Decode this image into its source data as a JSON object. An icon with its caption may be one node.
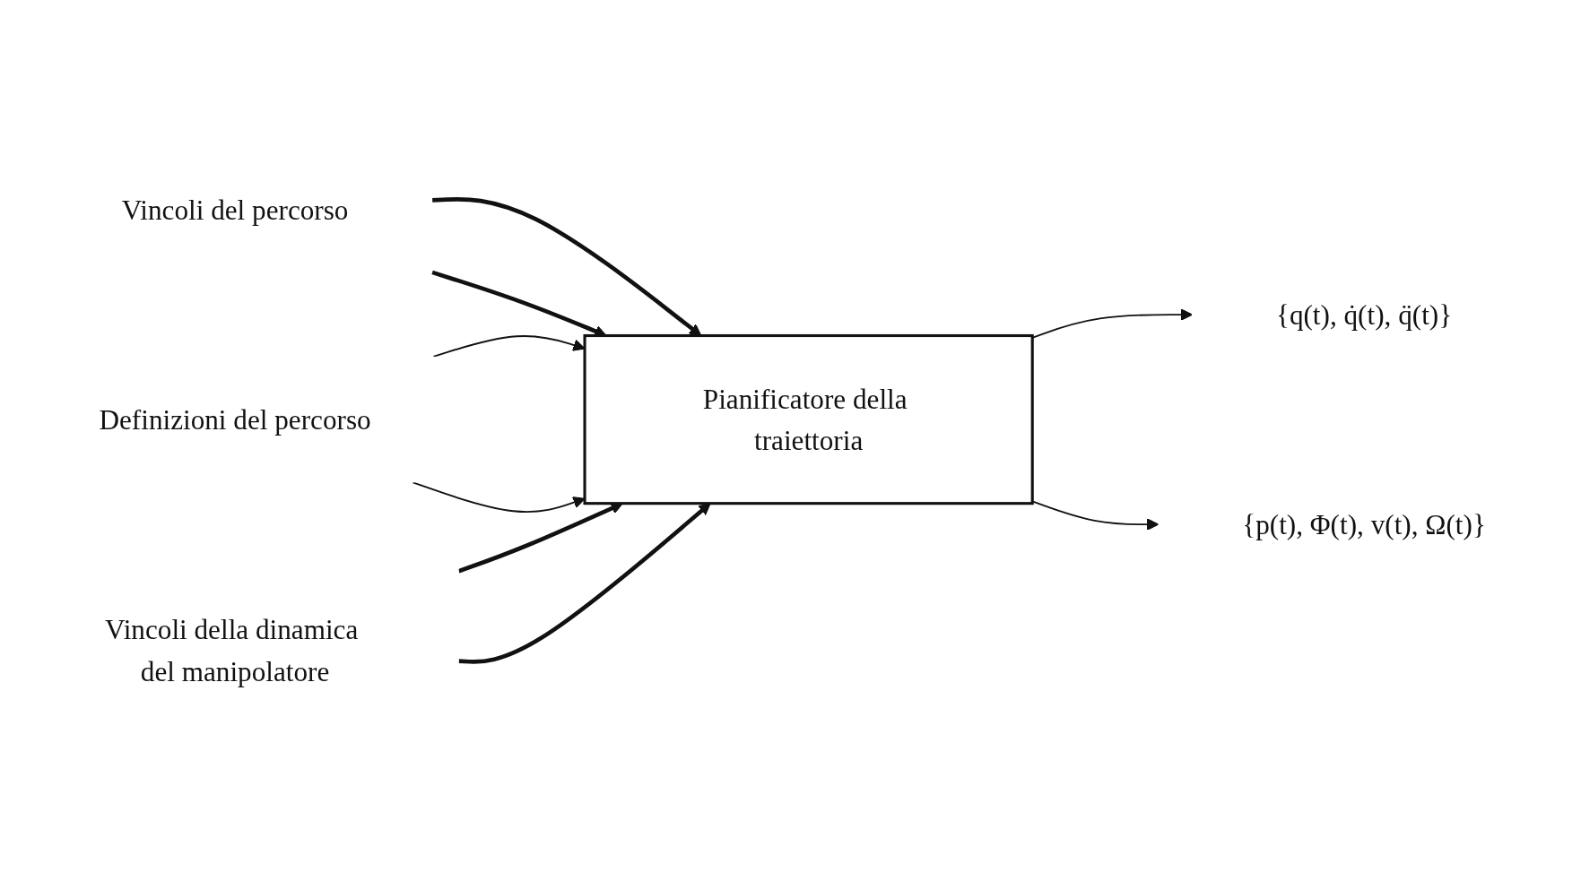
{
  "diagram": {
    "nodes": [
      {
        "text": [
          "Pianificatore della traiettoria"
        ]
      },
      {
        "text": [
          "Vincoli del percorso"
        ]
      },
      {
        "text": [
          "Definizioni del percorso"
        ]
      },
      {
        "text": [
          "{q(t), q̇(t), q̈(t)}"
        ]
      },
      {
        "text": [
          "{p(t), Φ(t), v(t), Ω(t)}"
        ]
      },
      {
        "text": [
          "Vincoli della dinamica del manipolatore"
        ]
      }
    ],
    "edges": [
      {
        "from": 1,
        "to": 0,
        "arrow": "to",
        "style": "thick"
      },
      {
        "from": 1,
        "to": 0,
        "arrow": "to",
        "style": "thick"
      },
      {
        "from": 2,
        "to": 0,
        "arrow": "to"
      },
      {
        "from": 2,
        "to": 0,
        "arrow": "to"
      },
      {
        "from": 0,
        "to": 3,
        "arrow": "to"
      },
      {
        "from": 0,
        "to": 4,
        "arrow": "to"
      },
      {
        "from": 5,
        "to": 0,
        "arrow": "to",
        "style": "thick"
      },
      {
        "from": 5,
        "to": 0,
        "arrow": "to",
        "style": "thick"
      }
    ]
  }
}
